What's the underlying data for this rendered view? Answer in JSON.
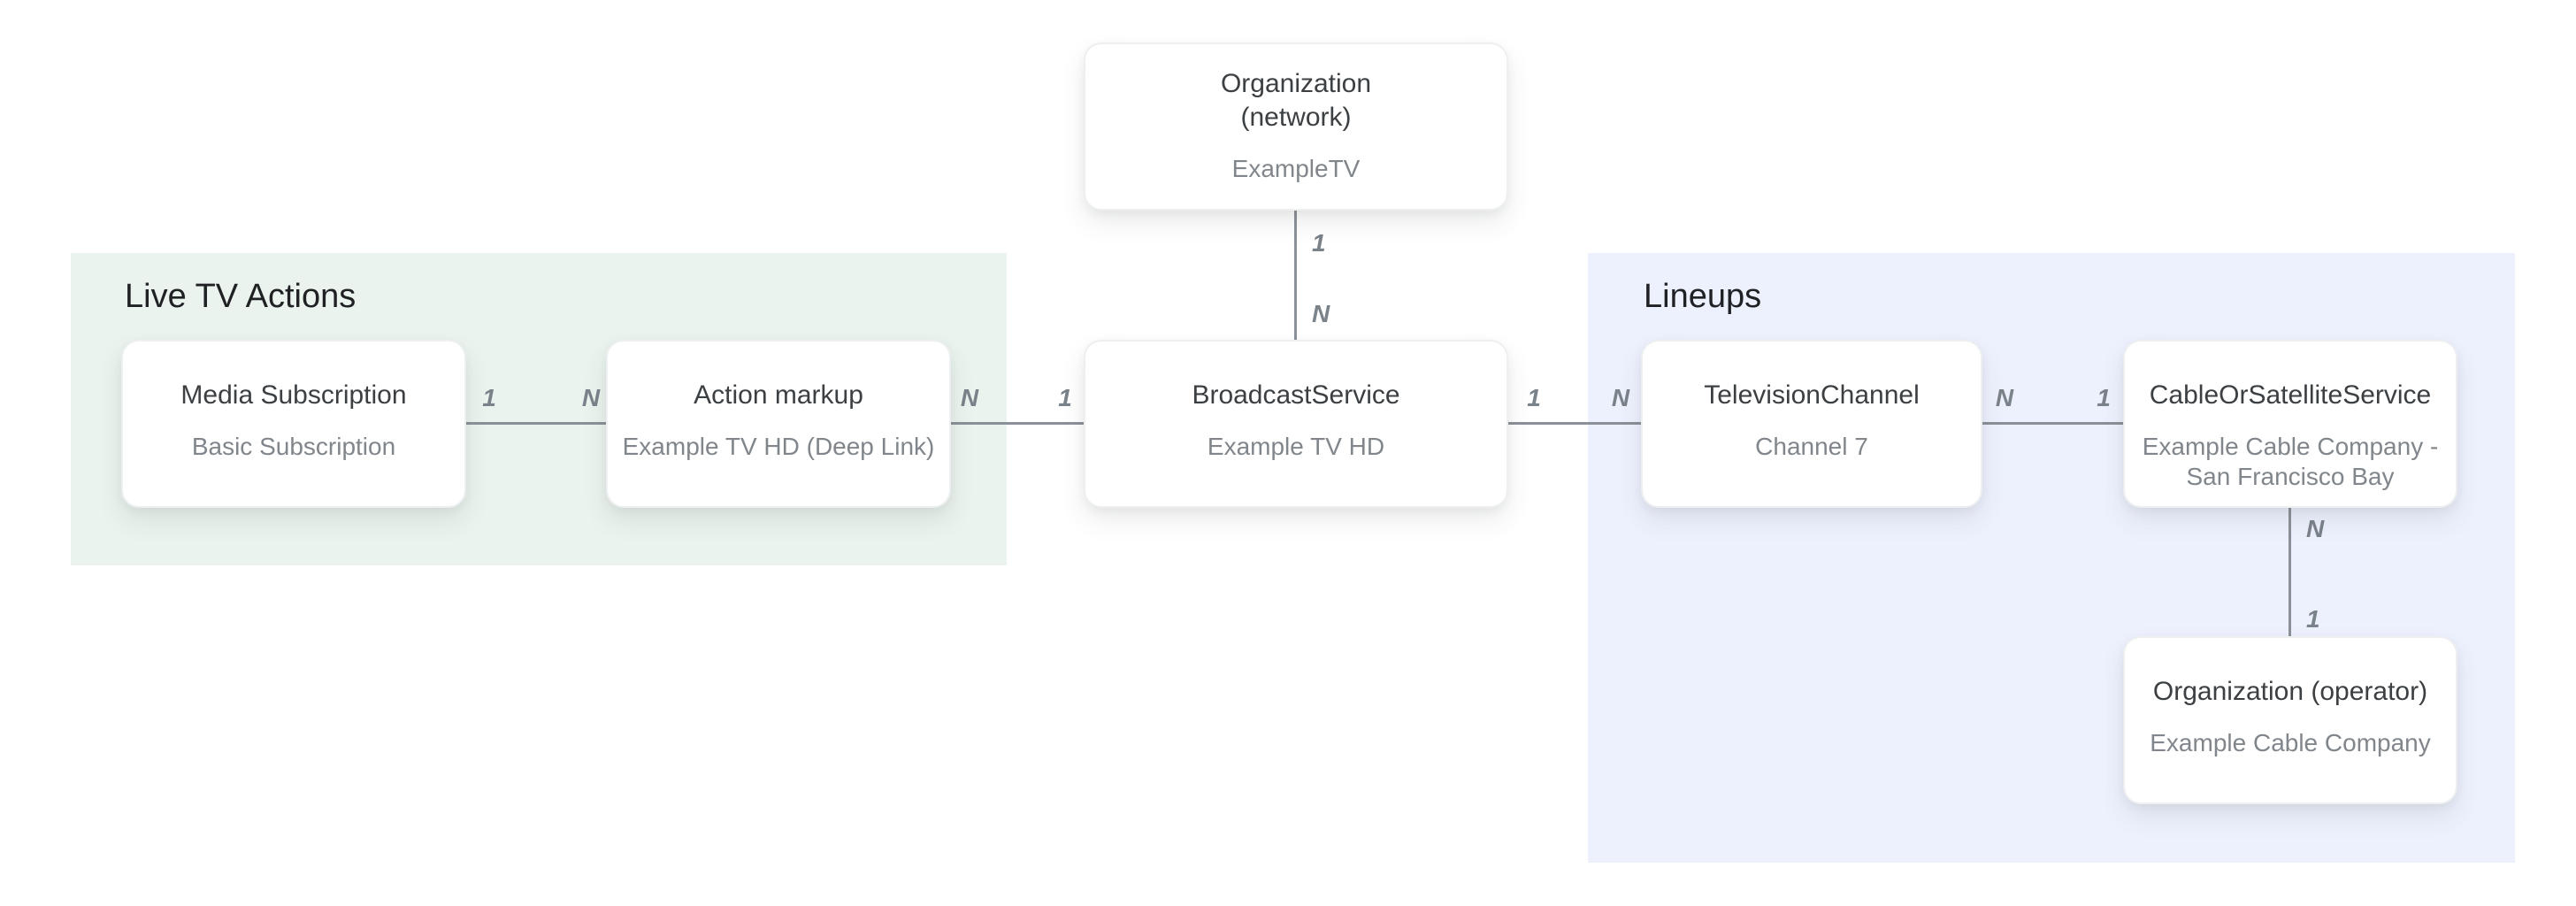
{
  "diagram": {
    "regions": {
      "live_tv_actions": {
        "label": "Live TV Actions"
      },
      "lineups": {
        "label": "Lineups"
      }
    },
    "nodes": {
      "org_network": {
        "title_line1": "Organization",
        "title_line2": "(network)",
        "subtitle": "ExampleTV"
      },
      "media_subscription": {
        "title": "Media Subscription",
        "subtitle": "Basic Subscription"
      },
      "action_markup": {
        "title": "Action markup",
        "subtitle": "Example TV HD (Deep Link)"
      },
      "broadcast_service": {
        "title": "BroadcastService",
        "subtitle": "Example TV HD"
      },
      "television_channel": {
        "title": "TelevisionChannel",
        "subtitle": "Channel 7"
      },
      "cable_or_satellite": {
        "title": "CableOrSatelliteService",
        "subtitle_line1": "Example Cable Company -",
        "subtitle_line2": "San Francisco Bay"
      },
      "org_operator": {
        "title": "Organization (operator)",
        "subtitle": "Example Cable Company"
      }
    },
    "edges": {
      "network_to_broadcast": {
        "top_label": "1",
        "bottom_label": "N"
      },
      "media_to_action": {
        "left_label": "1",
        "right_label": "N"
      },
      "action_to_broadcast": {
        "left_label": "N",
        "right_label": "1"
      },
      "broadcast_to_tv": {
        "left_label": "1",
        "right_label": "N"
      },
      "tv_to_cable": {
        "left_label": "N",
        "right_label": "1"
      },
      "cable_to_operator": {
        "top_label": "N",
        "bottom_label": "1"
      }
    }
  },
  "colors": {
    "page_bg": "#ffffff",
    "live_tv_actions_bg": "#eaf3ed",
    "lineups_bg": "#edf1fd",
    "node_bg": "#ffffff",
    "node_border": "#edeff1",
    "node_title": "#3c4043",
    "node_subtitle": "#80868b",
    "edge_line": "#8b9198",
    "edge_label": "#7a828a",
    "region_label": "#202124"
  }
}
